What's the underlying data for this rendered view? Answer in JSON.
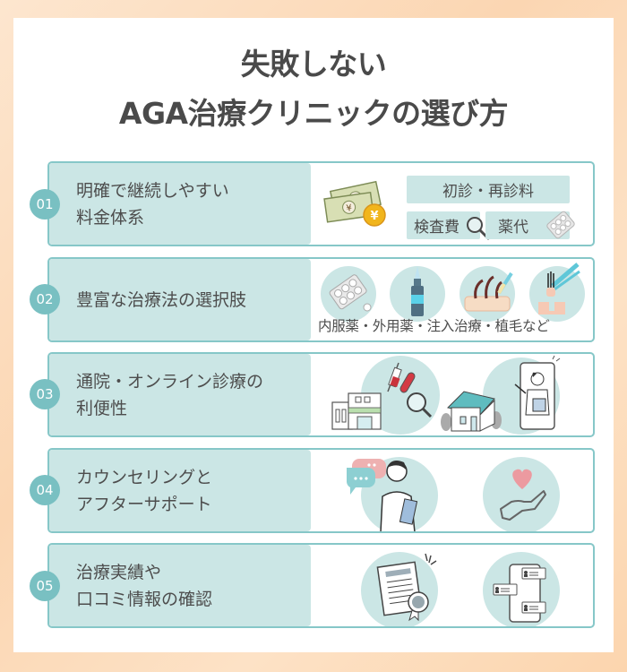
{
  "title": {
    "line1": "失敗しない",
    "line2": "AGA治療クリニックの選び方"
  },
  "colors": {
    "accent": "#79c0c2",
    "panel": "#cbe6e5",
    "border": "#86c7c8",
    "text": "#4d4d4d",
    "background": "#fcd9b8"
  },
  "items": [
    {
      "number": "01",
      "label": "明確で継続しやすい\n料金体系",
      "tags": [
        "初診・再診料",
        "検査費",
        "薬代"
      ],
      "icons": [
        "money-yen-icon",
        "magnifier-icon",
        "pill-pack-icon"
      ]
    },
    {
      "number": "02",
      "label": "豊富な治療法の選択肢",
      "caption": "内服薬・外用薬・注入治療・植毛など",
      "icons": [
        "pill-pack-icon",
        "bottle-icon",
        "scalp-injection-icon",
        "hair-transplant-icon"
      ]
    },
    {
      "number": "03",
      "label": "通院・オンライン診療の\n利便性",
      "icons": [
        "clinic-building-icon",
        "test-tube-icon",
        "house-icon",
        "online-doctor-icon"
      ]
    },
    {
      "number": "04",
      "label": "カウンセリングと\nアフターサポート",
      "icons": [
        "doctor-counseling-icon",
        "hand-heart-icon"
      ]
    },
    {
      "number": "05",
      "label": "治療実績や\n口コミ情報の確認",
      "icons": [
        "certificate-icon",
        "phone-reviews-icon"
      ]
    }
  ]
}
